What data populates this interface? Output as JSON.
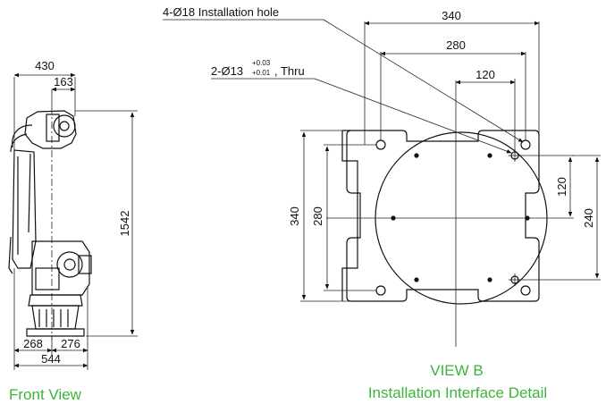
{
  "front_view": {
    "width_top": "430",
    "offset_top": "163",
    "height": "1542",
    "base_left": "268",
    "base_right": "276",
    "base_total": "544",
    "caption": "Front View"
  },
  "view_b": {
    "callout_holes": "4-Ø18 Installation hole",
    "callout_pin_prefix": "2-Ø13",
    "callout_pin_tol_upper": "+0.03",
    "callout_pin_tol_lower": "+0.01",
    "callout_pin_suffix": ", Thru",
    "dim_340_h": "340",
    "dim_280_h": "280",
    "dim_120_h": "120",
    "dim_340_v": "340",
    "dim_280_v": "280",
    "dim_120_v": "120",
    "dim_240_v": "240",
    "caption_title": "VIEW B",
    "caption_subtitle": "Installation Interface Detail"
  },
  "colors": {
    "caption_green": "#3cb43c",
    "line": "#111111"
  }
}
